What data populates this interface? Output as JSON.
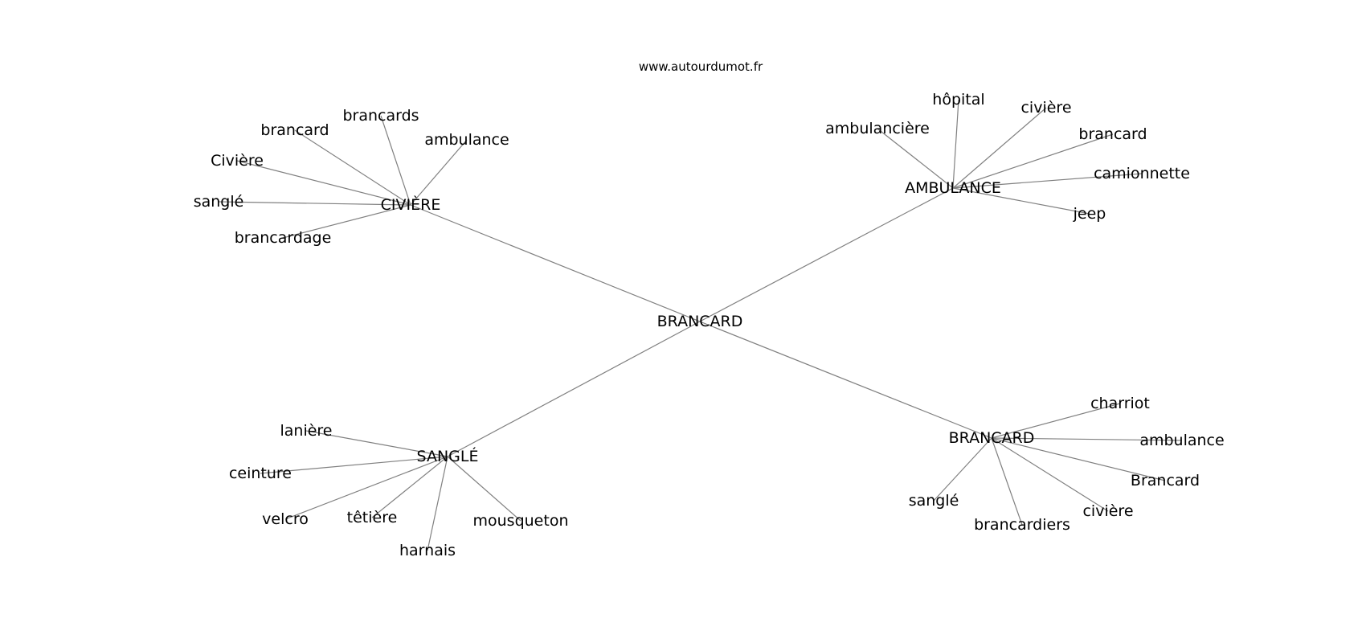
{
  "site_url": "www.autourdumot.fr",
  "center": {
    "id": "root",
    "label": "BRANCARD"
  },
  "clusters": [
    {
      "id": "civiere",
      "label": "CIVIÈRE",
      "words": [
        {
          "id": "civiere-brancards",
          "label": "brancards"
        },
        {
          "id": "civiere-brancard",
          "label": "brancard"
        },
        {
          "id": "civiere-ambulance",
          "label": "ambulance"
        },
        {
          "id": "civiere-civiere",
          "label": "Civière"
        },
        {
          "id": "civiere-sangle",
          "label": "sanglé"
        },
        {
          "id": "civiere-brancardage",
          "label": "brancardage"
        }
      ]
    },
    {
      "id": "ambulance",
      "label": "AMBULANCE",
      "words": [
        {
          "id": "ambulance-hopital",
          "label": "hôpital"
        },
        {
          "id": "ambulance-civiere",
          "label": "civière"
        },
        {
          "id": "ambulance-ambulanciere",
          "label": "ambulancière"
        },
        {
          "id": "ambulance-brancard",
          "label": "brancard"
        },
        {
          "id": "ambulance-camionnette",
          "label": "camionnette"
        },
        {
          "id": "ambulance-jeep",
          "label": "jeep"
        }
      ]
    },
    {
      "id": "sangle",
      "label": "SANGLÉ",
      "words": [
        {
          "id": "sangle-laniere",
          "label": "lanière"
        },
        {
          "id": "sangle-ceinture",
          "label": "ceinture"
        },
        {
          "id": "sangle-velcro",
          "label": "velcro"
        },
        {
          "id": "sangle-tetiere",
          "label": "têtière"
        },
        {
          "id": "sangle-mousqueton",
          "label": "mousqueton"
        },
        {
          "id": "sangle-harnais",
          "label": "harnais"
        }
      ]
    },
    {
      "id": "brancard",
      "label": "BRANCARD",
      "words": [
        {
          "id": "brancard-charriot",
          "label": "charriot"
        },
        {
          "id": "brancard-ambulance",
          "label": "ambulance"
        },
        {
          "id": "brancard-brancard",
          "label": "Brancard"
        },
        {
          "id": "brancard-civiere",
          "label": "civière"
        },
        {
          "id": "brancard-sangle",
          "label": "sanglé"
        },
        {
          "id": "brancard-brancardiers",
          "label": "brancardiers"
        }
      ]
    }
  ]
}
